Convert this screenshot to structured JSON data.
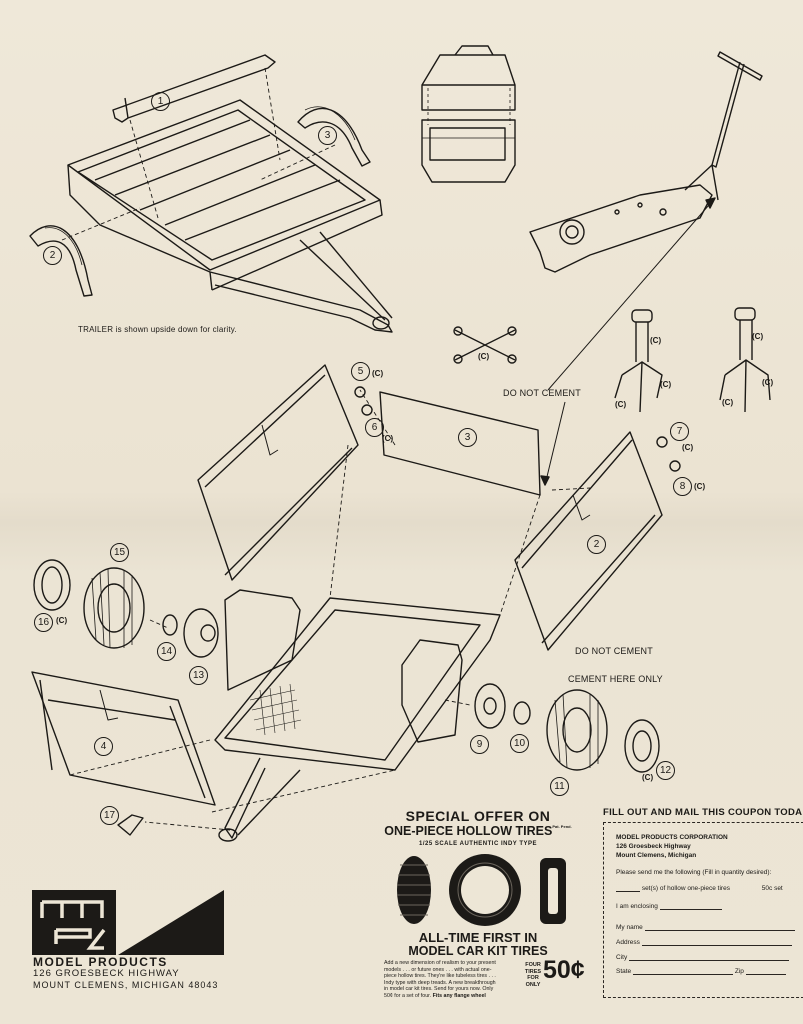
{
  "instructions": {
    "trailer_note": "TRAILER is shown upside down for clarity.",
    "do_not_cement_1": "DO NOT CEMENT",
    "do_not_cement_2": "DO NOT CEMENT",
    "cement_here_only": "CEMENT HERE ONLY",
    "c_tag": "(C)"
  },
  "callouts": [
    "1",
    "2",
    "3",
    "2",
    "3",
    "4",
    "5",
    "6",
    "7",
    "8",
    "9",
    "10",
    "11",
    "12",
    "13",
    "14",
    "15",
    "16",
    "17"
  ],
  "company": {
    "name": "MODEL PRODUCTS",
    "address1": "126 GROESBECK HIGHWAY",
    "address2": "MOUNT CLEMENS, MICHIGAN 48043"
  },
  "offer": {
    "title1": "SPECIAL OFFER ON",
    "title2": "ONE-PIECE HOLLOW TIRES",
    "patent": "Pat. Pend.",
    "subtitle": "1/25 SCALE AUTHENTIC INDY TYPE",
    "headline1": "ALL-TIME FIRST IN",
    "headline2": "MODEL CAR KIT TIRES",
    "body1": "Add a new dimension of realism to your present",
    "body2": "models . . . or future ones . . . with actual one-",
    "body3": "piece hollow tires. They're like tubeless tires . . .",
    "body4": "Indy type with deep treads. A new breakthrough",
    "body5": "in model car kit tires. Send for yours now. Only",
    "body6": "50¢ for a set of four.",
    "body6b": "Fits any flange wheel",
    "price_note1": "FOUR",
    "price_note2": "TIRES",
    "price_note3": "FOR",
    "price_note4": "ONLY",
    "price": "50¢"
  },
  "coupon": {
    "heading": "FILL OUT AND MAIL THIS COUPON TODA",
    "corp": "MODEL PRODUCTS CORPORATION",
    "street": "126 Groesbeck Highway",
    "city": "Mount Clemens, Michigan",
    "request": "Please send me the following (Fill in quantity desired):",
    "item": "set(s) of hollow one-piece tires",
    "item_price": "50c set",
    "enclosing": "I am enclosing",
    "name_label": "My name",
    "address_label": "Address",
    "city_label": "City",
    "state_label": "State",
    "zip_label": "Zip"
  }
}
